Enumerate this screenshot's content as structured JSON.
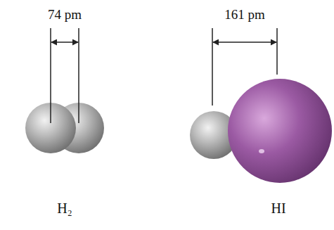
{
  "diagram": {
    "labels": [
      "74 pm",
      "161 pm",
      "H₂",
      "HI"
    ]
  }
}
